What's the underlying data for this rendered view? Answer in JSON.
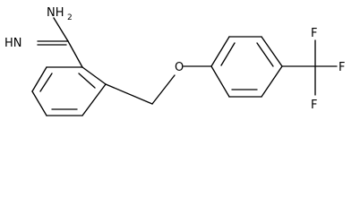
{
  "molecule": {
    "labels": {
      "amine": "NH",
      "amine_subscript": "2",
      "imine": "HN",
      "ether_oxygen": "O",
      "fluorine_top": "F",
      "fluorine_right": "F",
      "fluorine_bottom": "F"
    },
    "colors": {
      "bond": "#000000",
      "label": "#000000",
      "background": "#ffffff"
    }
  }
}
